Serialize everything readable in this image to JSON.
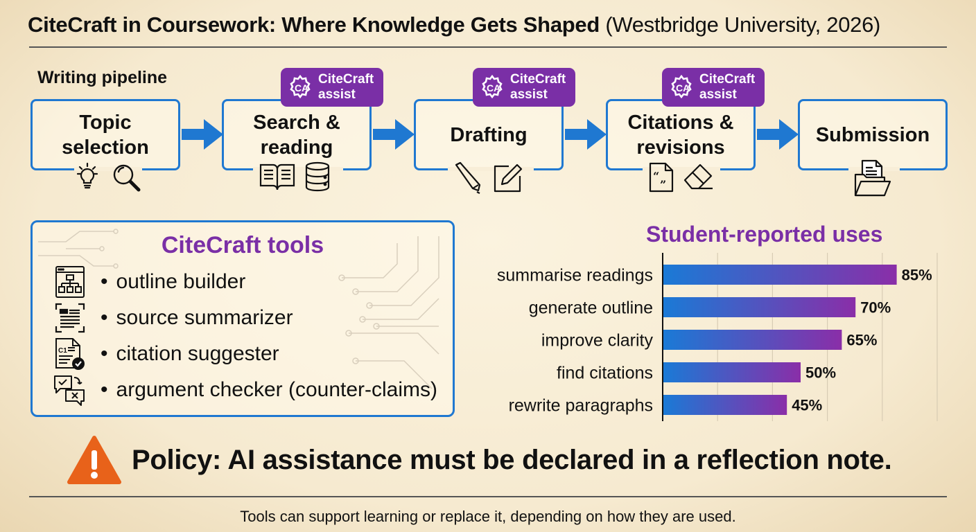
{
  "header": {
    "title_bold": "CiteCraft in Coursework: Where Knowledge Gets Shaped",
    "title_sub": "(Westbridge University, 2026)"
  },
  "pipeline": {
    "label": "Writing pipeline",
    "badge_line1": "CiteCraft",
    "badge_line2": "assist",
    "stages": [
      {
        "line1": "Topic",
        "line2": "selection",
        "icons": [
          "lightbulb-icon",
          "magnifier-icon"
        ],
        "assist": false
      },
      {
        "line1": "Search &",
        "line2": "reading",
        "icons": [
          "open-book-icon",
          "database-icon"
        ],
        "assist": true
      },
      {
        "line1": "Drafting",
        "line2": "",
        "icons": [
          "pen-icon",
          "edit-square-icon"
        ],
        "assist": true
      },
      {
        "line1": "Citations &",
        "line2": "revisions",
        "icons": [
          "quote-document-icon",
          "eraser-icon"
        ],
        "assist": true
      },
      {
        "line1": "Submission",
        "line2": "",
        "icons": [
          "folder-document-icon"
        ],
        "assist": false
      }
    ]
  },
  "tools": {
    "heading": "CiteCraft tools",
    "bullet": "•",
    "items": [
      {
        "label": "outline builder",
        "icon": "sitemap-icon"
      },
      {
        "label": "source summarizer",
        "icon": "text-scan-icon"
      },
      {
        "label": "citation suggester",
        "icon": "citation-check-icon"
      },
      {
        "label": "argument checker (counter-claims)",
        "icon": "chat-check-cross-icon"
      }
    ]
  },
  "chart_data": {
    "type": "bar",
    "orientation": "horizontal",
    "title": "Student-reported uses",
    "categories": [
      "summarise readings",
      "generate outline",
      "improve clarity",
      "find citations",
      "rewrite paragraphs"
    ],
    "values": [
      85,
      70,
      65,
      50,
      45
    ],
    "value_labels": [
      "85%",
      "70%",
      "65%",
      "50%",
      "45%"
    ],
    "unit": "%",
    "xlabel": "",
    "ylabel": "",
    "xlim": [
      0,
      100
    ],
    "gridlines": [
      20,
      40,
      60,
      80,
      100
    ],
    "grid": true,
    "legend": "none",
    "colors": {
      "bar_start": "#1a7ad6",
      "bar_end": "#8a2ea8"
    }
  },
  "policy": {
    "icon": "warning-icon",
    "text": "Policy: AI assistance must be declared in a reflection note."
  },
  "footer": {
    "text": "Tools can support learning or replace it, depending on how they are used."
  },
  "colors": {
    "accent_blue": "#1f78d1",
    "accent_purple": "#7a2fa6",
    "warning_orange": "#e8621a",
    "background": "#f8eed8"
  }
}
